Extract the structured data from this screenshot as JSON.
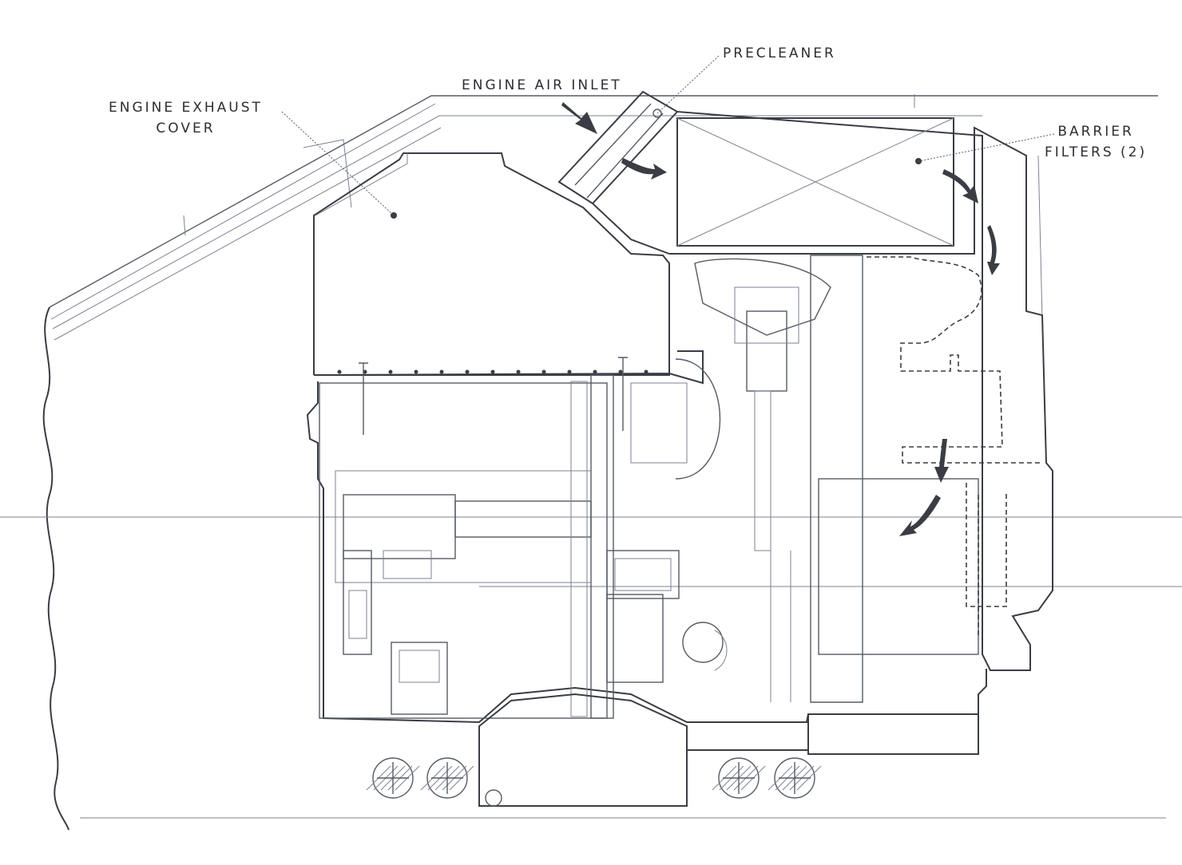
{
  "labels": {
    "precleaner": "PRECLEANER",
    "engine_air_inlet": "ENGINE AIR INLET",
    "engine_exhaust_cover_line1": "ENGINE EXHAUST",
    "engine_exhaust_cover_line2": "COVER",
    "barrier_filters_line1": "BARRIER",
    "barrier_filters_line2": "FILTERS (2)"
  },
  "colors": {
    "line": "#3a3d44",
    "text": "#2c2e33",
    "background": "#ffffff"
  }
}
